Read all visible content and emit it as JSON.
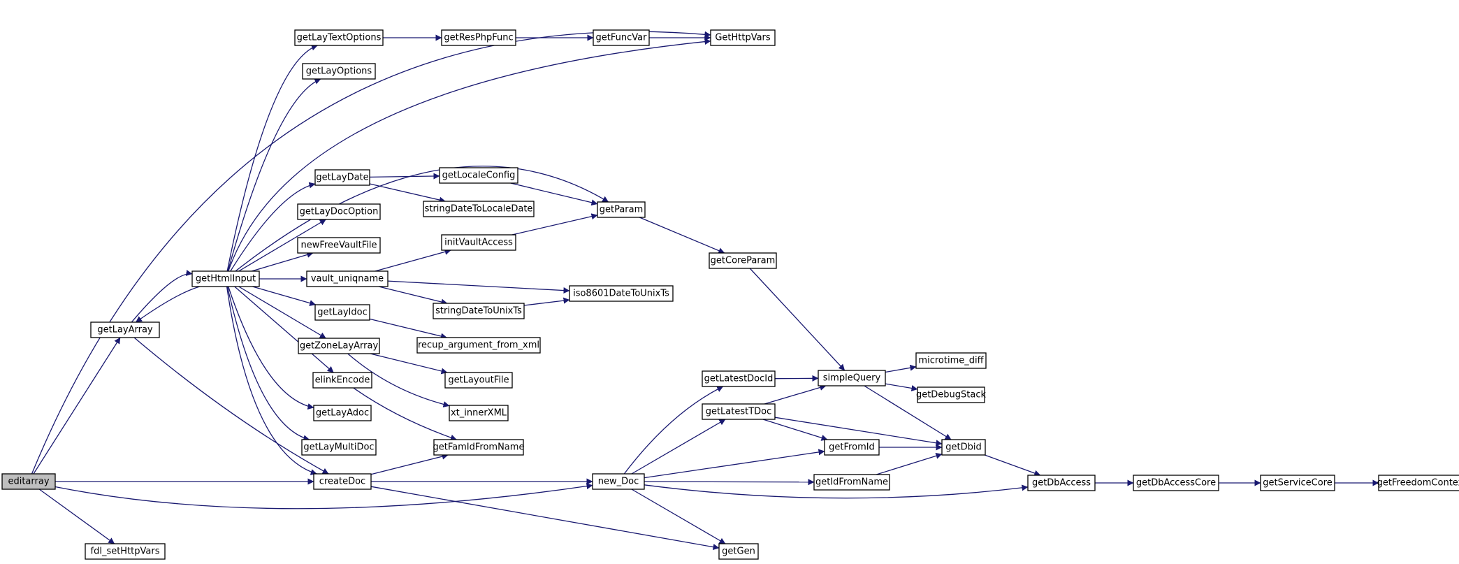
{
  "diagram": {
    "edge_color": "#191970",
    "root_fill": "#bfbfbf",
    "nodes": [
      {
        "id": "editarray",
        "label": "editarray",
        "root": true
      },
      {
        "id": "getLayArray",
        "label": "getLayArray"
      },
      {
        "id": "fdl_setHttpVars",
        "label": "fdl_setHttpVars"
      },
      {
        "id": "getHtmlInput",
        "label": "getHtmlInput"
      },
      {
        "id": "createDoc",
        "label": "createDoc"
      },
      {
        "id": "getLayTextOptions",
        "label": "getLayTextOptions"
      },
      {
        "id": "getLayOptions",
        "label": "getLayOptions"
      },
      {
        "id": "getLayDate",
        "label": "getLayDate"
      },
      {
        "id": "getLayDocOption",
        "label": "getLayDocOption"
      },
      {
        "id": "newFreeVaultFile",
        "label": "newFreeVaultFile"
      },
      {
        "id": "vault_uniqname",
        "label": "vault_uniqname"
      },
      {
        "id": "getLayIdoc",
        "label": "getLayIdoc"
      },
      {
        "id": "getZoneLayArray",
        "label": "getZoneLayArray"
      },
      {
        "id": "elinkEncode",
        "label": "elinkEncode"
      },
      {
        "id": "getLayAdoc",
        "label": "getLayAdoc"
      },
      {
        "id": "getLayMultiDoc",
        "label": "getLayMultiDoc"
      },
      {
        "id": "getResPhpFunc",
        "label": "getResPhpFunc"
      },
      {
        "id": "getLocaleConfig",
        "label": "getLocaleConfig"
      },
      {
        "id": "stringDateToLocaleDate",
        "label": "stringDateToLocaleDate"
      },
      {
        "id": "initVaultAccess",
        "label": "initVaultAccess"
      },
      {
        "id": "stringDateToUnixTs",
        "label": "stringDateToUnixTs"
      },
      {
        "id": "recup_argument_from_xml",
        "label": "recup_argument_from_xml"
      },
      {
        "id": "getLayoutFile",
        "label": "getLayoutFile"
      },
      {
        "id": "xt_innerXML",
        "label": "xt_innerXML"
      },
      {
        "id": "getFamIdFromName",
        "label": "getFamIdFromName"
      },
      {
        "id": "getFuncVar",
        "label": "getFuncVar"
      },
      {
        "id": "getParam",
        "label": "getParam"
      },
      {
        "id": "iso8601DateToUnixTs",
        "label": "iso8601DateToUnixTs"
      },
      {
        "id": "new_Doc",
        "label": "new_Doc"
      },
      {
        "id": "GetHttpVars",
        "label": "GetHttpVars"
      },
      {
        "id": "getCoreParam",
        "label": "getCoreParam"
      },
      {
        "id": "getLatestDocId",
        "label": "getLatestDocId"
      },
      {
        "id": "getLatestTDoc",
        "label": "getLatestTDoc"
      },
      {
        "id": "getGen",
        "label": "getGen"
      },
      {
        "id": "simpleQuery",
        "label": "simpleQuery"
      },
      {
        "id": "getFromId",
        "label": "getFromId"
      },
      {
        "id": "getIdFromName",
        "label": "getIdFromName"
      },
      {
        "id": "microtime_diff",
        "label": "microtime_diff"
      },
      {
        "id": "getDebugStack",
        "label": "getDebugStack"
      },
      {
        "id": "getDbid",
        "label": "getDbid"
      },
      {
        "id": "getDbAccess",
        "label": "getDbAccess"
      },
      {
        "id": "getDbAccessCore",
        "label": "getDbAccessCore"
      },
      {
        "id": "getServiceCore",
        "label": "getServiceCore"
      },
      {
        "id": "getFreedomContext",
        "label": "getFreedomContext"
      }
    ],
    "edges": [
      {
        "from": "editarray",
        "to": "GetHttpVars"
      },
      {
        "from": "editarray",
        "to": "getLayArray"
      },
      {
        "from": "editarray",
        "to": "createDoc"
      },
      {
        "from": "editarray",
        "to": "new_Doc"
      },
      {
        "from": "editarray",
        "to": "fdl_setHttpVars"
      },
      {
        "from": "getLayArray",
        "to": "getHtmlInput"
      },
      {
        "from": "getLayArray",
        "to": "createDoc"
      },
      {
        "from": "getHtmlInput",
        "to": "getLayArray"
      },
      {
        "from": "getHtmlInput",
        "to": "getLayTextOptions"
      },
      {
        "from": "getHtmlInput",
        "to": "getLayOptions"
      },
      {
        "from": "getHtmlInput",
        "to": "GetHttpVars"
      },
      {
        "from": "getHtmlInput",
        "to": "getParam"
      },
      {
        "from": "getHtmlInput",
        "to": "getLayDate"
      },
      {
        "from": "getHtmlInput",
        "to": "getLayDocOption"
      },
      {
        "from": "getHtmlInput",
        "to": "newFreeVaultFile"
      },
      {
        "from": "getHtmlInput",
        "to": "vault_uniqname"
      },
      {
        "from": "getHtmlInput",
        "to": "getLayIdoc"
      },
      {
        "from": "getHtmlInput",
        "to": "getZoneLayArray"
      },
      {
        "from": "getHtmlInput",
        "to": "elinkEncode"
      },
      {
        "from": "getHtmlInput",
        "to": "getLayAdoc"
      },
      {
        "from": "getHtmlInput",
        "to": "getLayMultiDoc"
      },
      {
        "from": "getHtmlInput",
        "to": "createDoc"
      },
      {
        "from": "getLayTextOptions",
        "to": "getResPhpFunc"
      },
      {
        "from": "getResPhpFunc",
        "to": "getFuncVar"
      },
      {
        "from": "getFuncVar",
        "to": "GetHttpVars"
      },
      {
        "from": "getLayDate",
        "to": "getLocaleConfig"
      },
      {
        "from": "getLayDate",
        "to": "stringDateToLocaleDate"
      },
      {
        "from": "getLocaleConfig",
        "to": "getParam"
      },
      {
        "from": "vault_uniqname",
        "to": "initVaultAccess"
      },
      {
        "from": "vault_uniqname",
        "to": "iso8601DateToUnixTs"
      },
      {
        "from": "vault_uniqname",
        "to": "stringDateToUnixTs"
      },
      {
        "from": "initVaultAccess",
        "to": "getParam"
      },
      {
        "from": "stringDateToUnixTs",
        "to": "iso8601DateToUnixTs"
      },
      {
        "from": "getLayIdoc",
        "to": "recup_argument_from_xml"
      },
      {
        "from": "getZoneLayArray",
        "to": "getLayoutFile"
      },
      {
        "from": "getZoneLayArray",
        "to": "xt_innerXML"
      },
      {
        "from": "elinkEncode",
        "to": "getFamIdFromName"
      },
      {
        "from": "createDoc",
        "to": "getFamIdFromName"
      },
      {
        "from": "createDoc",
        "to": "new_Doc"
      },
      {
        "from": "createDoc",
        "to": "getGen"
      },
      {
        "from": "getParam",
        "to": "getCoreParam"
      },
      {
        "from": "getCoreParam",
        "to": "simpleQuery"
      },
      {
        "from": "new_Doc",
        "to": "getLatestDocId"
      },
      {
        "from": "new_Doc",
        "to": "getLatestTDoc"
      },
      {
        "from": "new_Doc",
        "to": "getFromId"
      },
      {
        "from": "new_Doc",
        "to": "getIdFromName"
      },
      {
        "from": "new_Doc",
        "to": "getDbAccess"
      },
      {
        "from": "new_Doc",
        "to": "getGen"
      },
      {
        "from": "getLatestDocId",
        "to": "simpleQuery"
      },
      {
        "from": "getLatestTDoc",
        "to": "simpleQuery"
      },
      {
        "from": "getLatestTDoc",
        "to": "getFromId"
      },
      {
        "from": "getLatestTDoc",
        "to": "getDbid"
      },
      {
        "from": "simpleQuery",
        "to": "microtime_diff"
      },
      {
        "from": "simpleQuery",
        "to": "getDebugStack"
      },
      {
        "from": "simpleQuery",
        "to": "getDbid"
      },
      {
        "from": "getFromId",
        "to": "getDbid"
      },
      {
        "from": "getIdFromName",
        "to": "getDbid"
      },
      {
        "from": "getDbid",
        "to": "getDbAccess"
      },
      {
        "from": "getDbAccess",
        "to": "getDbAccessCore"
      },
      {
        "from": "getDbAccessCore",
        "to": "getServiceCore"
      },
      {
        "from": "getServiceCore",
        "to": "getFreedomContext"
      }
    ]
  }
}
